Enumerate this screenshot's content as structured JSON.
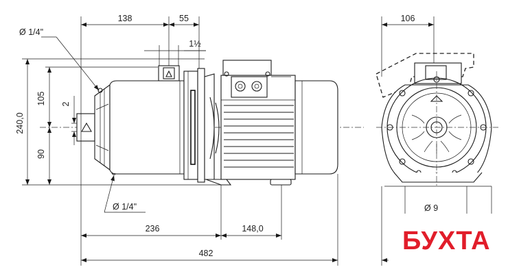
{
  "dimensions": {
    "d_138": "138",
    "d_55": "55",
    "d_1_half": "1½",
    "d_106": "106",
    "d_105": "105",
    "d_2": "2",
    "d_240": "240,0",
    "d_90": "90",
    "d_236": "236",
    "d_148": "148,0",
    "d_482": "482",
    "d_phi9": "Ø 9",
    "port_top": "Ø 1/4\"",
    "port_bottom": "Ø 1/4\""
  },
  "logo": {
    "text": "БУХТА",
    "color": "#e11d2a"
  }
}
